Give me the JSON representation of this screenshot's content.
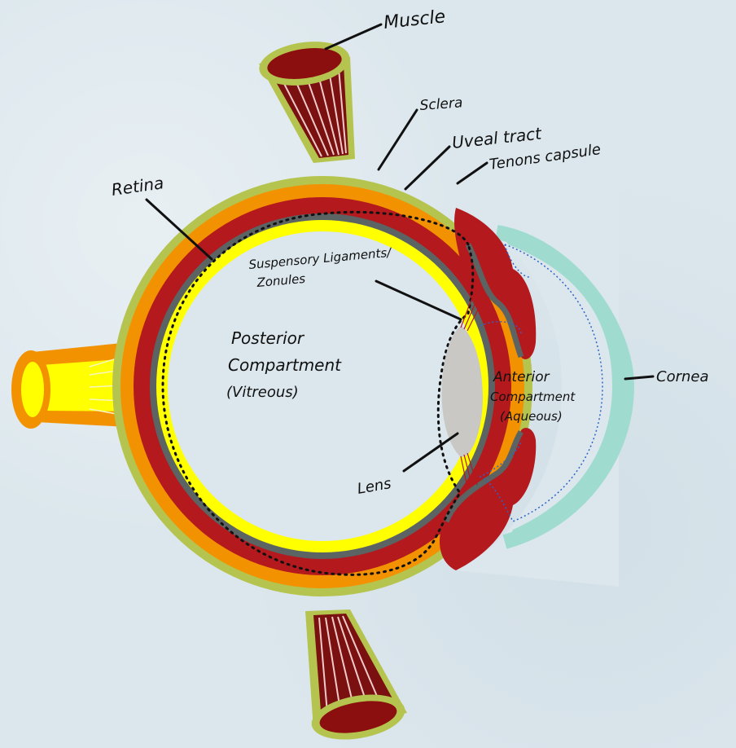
{
  "diagram": {
    "labels": {
      "muscle": "Muscle",
      "sclera": "Sclera",
      "uveal_tract": "Uveal tract",
      "tenons_capsule": "Tenons capsule",
      "retina": "Retina",
      "suspensory_line1": "Suspensory Ligaments/",
      "suspensory_line2": "Zonules",
      "posterior_line1": "Posterior",
      "posterior_line2": "Compartment",
      "posterior_line3": "(Vitreous)",
      "anterior_line1": "Anterior",
      "anterior_line2": "Compartment",
      "anterior_line3": "(Aqueous)",
      "cornea": "Cornea",
      "lens": "Lens"
    },
    "colors": {
      "tenons": "#b5c44e",
      "sclera": "#f39200",
      "uvea": "#b3191d",
      "uvea_dark": "#7a1010",
      "choroid_gray": "#5c6463",
      "retina": "#ffff00",
      "cornea": "#9fdccf",
      "lens": "#c9c8c5",
      "aqueous_outline": "#2d63c8"
    }
  }
}
